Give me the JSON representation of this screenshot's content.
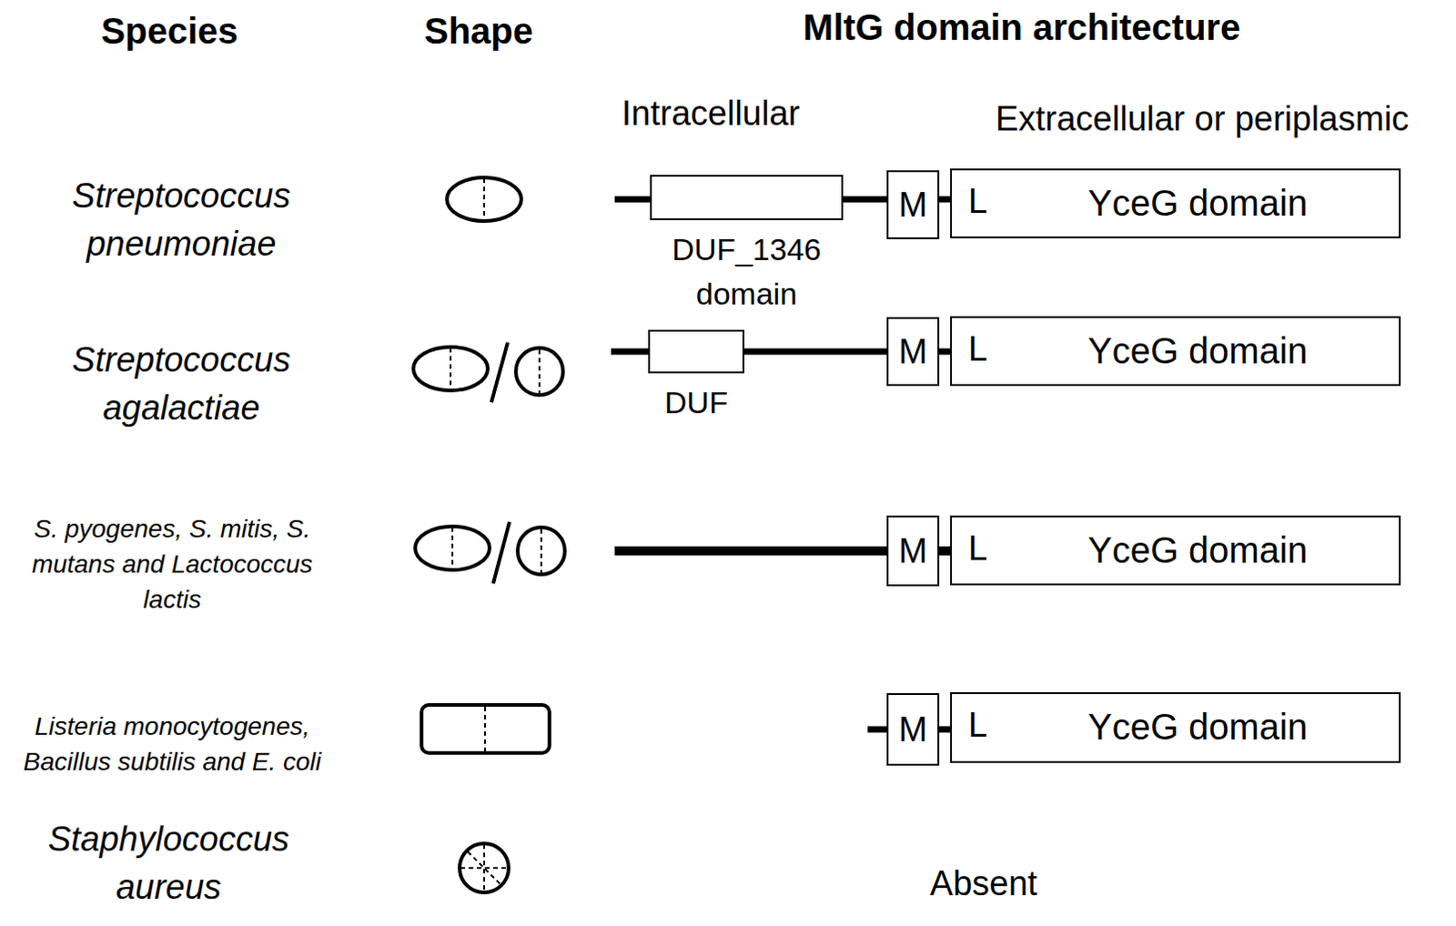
{
  "diagram": {
    "nodes": [
      {
        "text": [
          "DUF_1346 domain"
        ]
      },
      {
        "text": [
          "M"
        ]
      },
      {
        "text": [
          "L",
          "YceG domain"
        ]
      },
      {
        "text": [
          "DUF"
        ]
      },
      {
        "text": [
          "M"
        ]
      },
      {
        "text": [
          "L",
          "YceG domain"
        ]
      },
      {
        "text": [
          "M"
        ]
      },
      {
        "text": [
          "L",
          "YceG domain"
        ]
      },
      {
        "text": [
          "M"
        ]
      },
      {
        "text": [
          "L",
          "YceG domain"
        ]
      }
    ],
    "labels": [
      "Species",
      "Shape",
      "MltG domain architecture",
      "Intracellular",
      "Extracellular or periplasmic",
      "Streptococcus pneumoniae",
      "Streptococcus agalactiae",
      "S. pyogenes, S. mitis, S. mutans and Lactococcus lactis",
      "Listeria monocytogenes, Bacillus subtilis and E. coli",
      "Staphylococcus aureus",
      "Absent"
    ]
  }
}
